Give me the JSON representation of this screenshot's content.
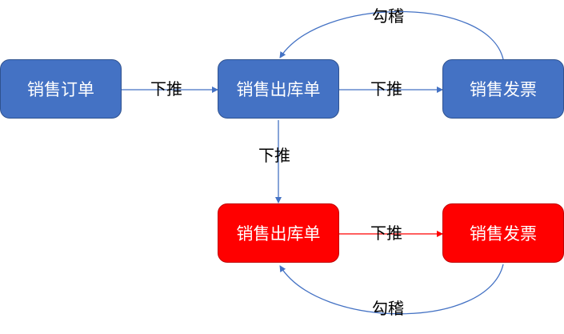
{
  "nodes": {
    "sales_order": "销售订单",
    "outbound_blue": "销售出库单",
    "invoice_blue": "销售发票",
    "outbound_red": "销售出库单",
    "invoice_red": "销售发票"
  },
  "edges": {
    "order_to_outbound": "下推",
    "outbound_to_invoice_blue": "下推",
    "invoice_to_outbound_blue": "勾稽",
    "outbound_blue_to_red": "下推",
    "outbound_to_invoice_red": "下推",
    "invoice_to_outbound_red": "勾稽"
  },
  "colors": {
    "blue_fill": "#4472c4",
    "red_fill": "#ff0000",
    "blue_line": "#4472c4",
    "red_line": "#ff0000"
  }
}
